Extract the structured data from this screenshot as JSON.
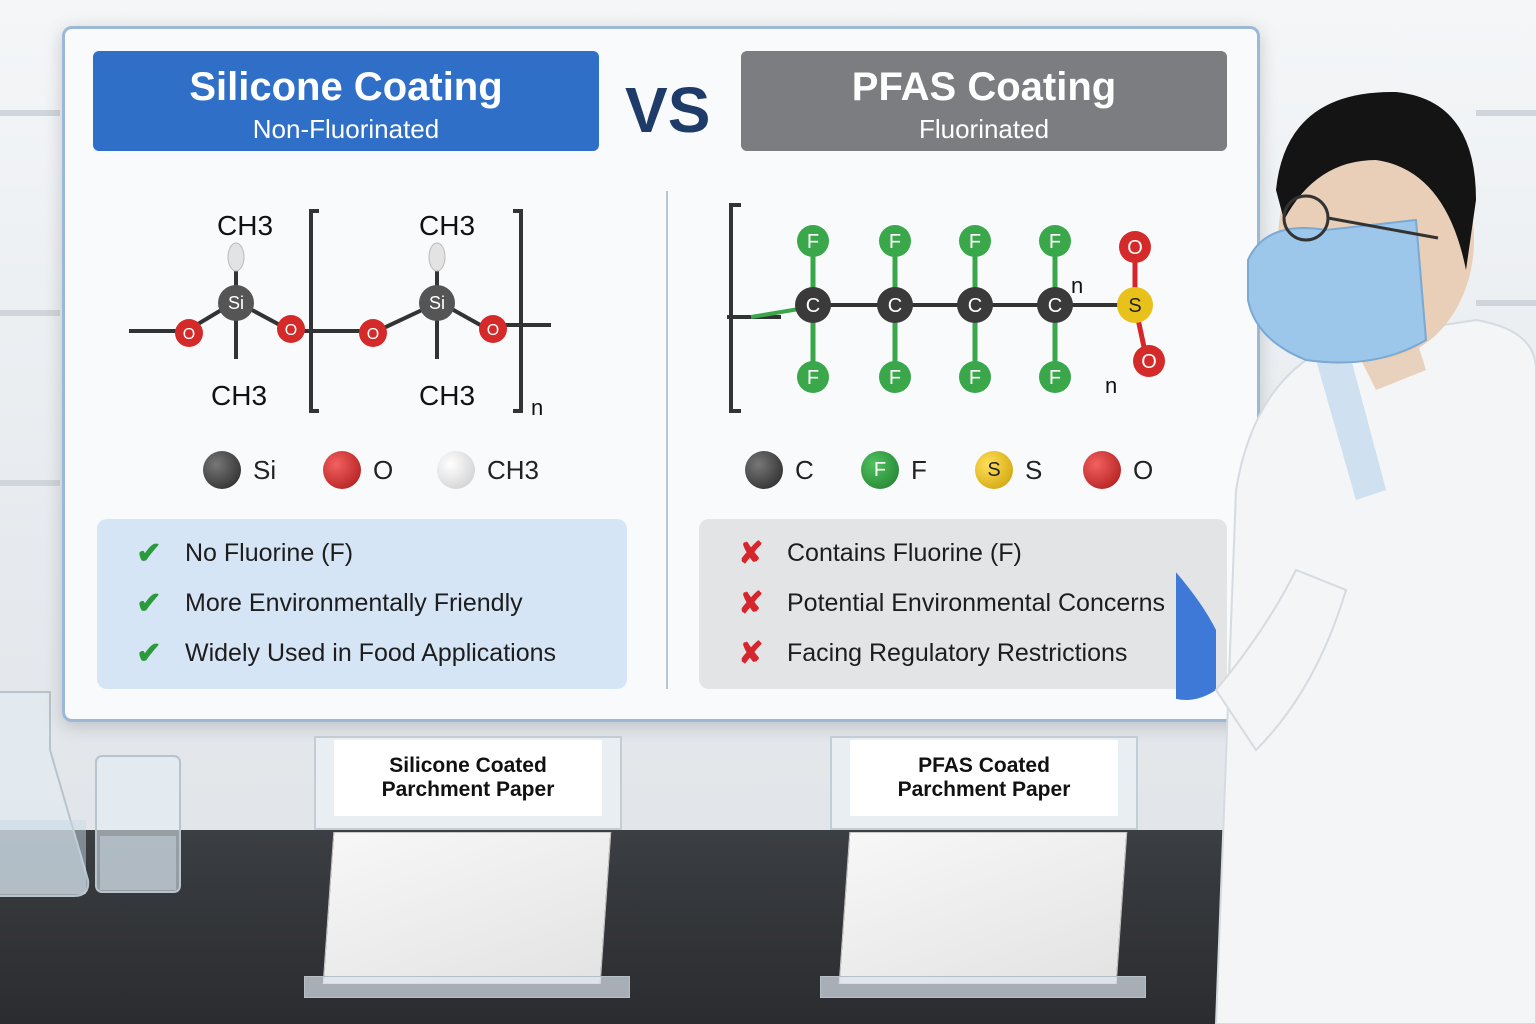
{
  "colors": {
    "silicone_header": "#2f6fc8",
    "pfas_header": "#7b7d80",
    "vs_text": "#1f3b6a",
    "check": "#2a9a3a",
    "cross": "#d4262c",
    "atom_si": "#3a3a3a",
    "atom_o": "#d42a2a",
    "atom_ch3": "#e8e8e8",
    "atom_c": "#3a3a3a",
    "atom_f": "#3aa84a",
    "atom_s": "#e8c21a"
  },
  "silicone": {
    "title": "Silicone Coating",
    "subtitle": "Non-Fluorinated",
    "molecule": {
      "ch3_top_1": "CH3",
      "ch3_top_2": "CH3",
      "ch3_bottom_1": "CH3",
      "ch3_bottom_2": "CH3",
      "si": "Si",
      "o": "O",
      "n": "n"
    },
    "legend": [
      {
        "label": "Si",
        "icon": "si-atom-icon"
      },
      {
        "label": "O",
        "icon": "o-atom-icon"
      },
      {
        "label": "CH3",
        "icon": "ch3-atom-icon"
      }
    ],
    "points": [
      "No Fluorine (F)",
      "More Environmentally Friendly",
      "Widely Used in Food Applications"
    ]
  },
  "vs": "VS",
  "pfas": {
    "title": "PFAS Coating",
    "subtitle": "Fluorinated",
    "molecule": {
      "c": "C",
      "f": "F",
      "s": "S",
      "o": "O",
      "n": "n"
    },
    "legend": [
      {
        "label": "C",
        "icon": "c-atom-icon",
        "atom": ""
      },
      {
        "label": "F",
        "icon": "f-atom-icon",
        "atom": "F"
      },
      {
        "label": "S",
        "icon": "s-atom-icon",
        "atom": "S"
      },
      {
        "label": "O",
        "icon": "o-atom-icon",
        "atom": ""
      }
    ],
    "points": [
      "Contains Fluorine (F)",
      "Potential Environmental Concerns",
      "Facing Regulatory Restrictions"
    ]
  },
  "stands": {
    "left": {
      "line1": "Silicone Coated",
      "line2": "Parchment Paper"
    },
    "right": {
      "line1": "PFAS Coated",
      "line2": "Parchment Paper"
    }
  }
}
